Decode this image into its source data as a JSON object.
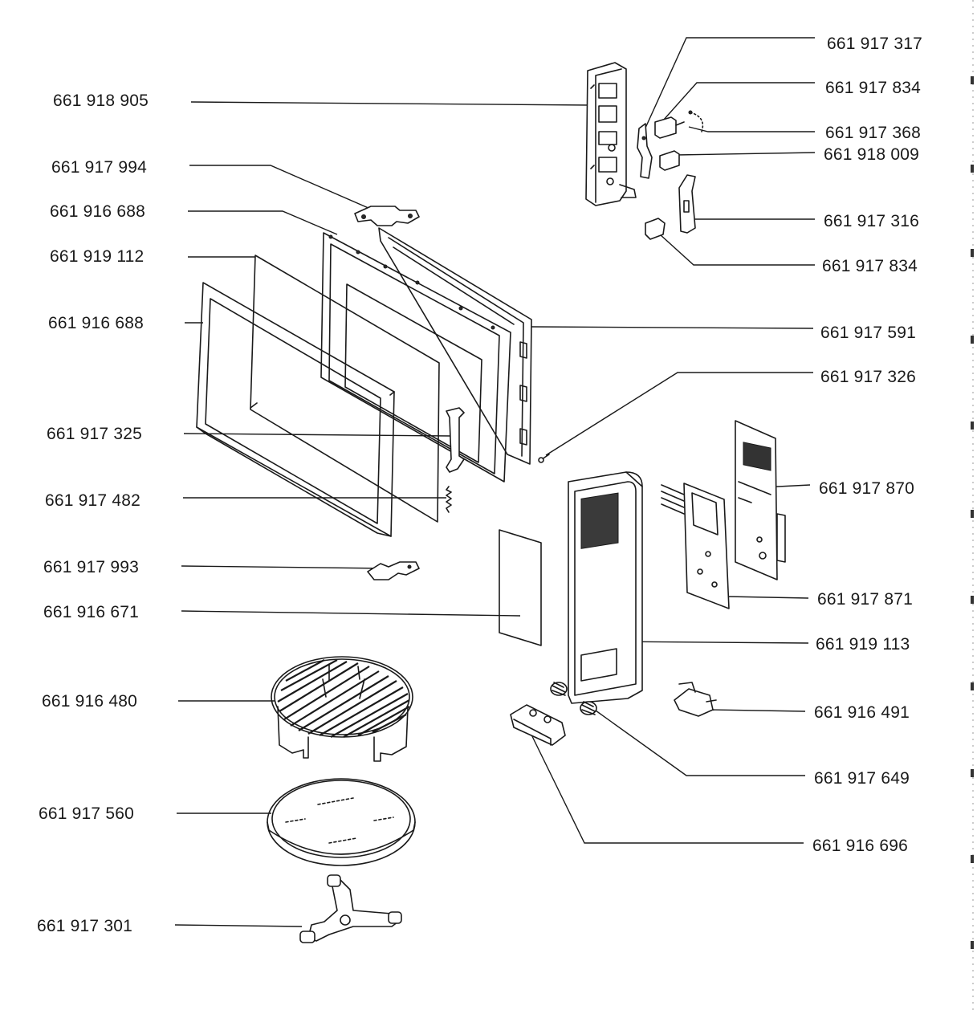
{
  "parts": [
    {
      "id": "p1",
      "number": "661 918 905"
    },
    {
      "id": "p2",
      "number": "661 917 994"
    },
    {
      "id": "p3",
      "number": "661 916 688"
    },
    {
      "id": "p4",
      "number": "661 919 112"
    },
    {
      "id": "p5",
      "number": "661 916 688"
    },
    {
      "id": "p6",
      "number": "661 917 325"
    },
    {
      "id": "p7",
      "number": "661 917 482"
    },
    {
      "id": "p8",
      "number": "661 917 993"
    },
    {
      "id": "p9",
      "number": "661 916 671"
    },
    {
      "id": "p10",
      "number": "661 916 480"
    },
    {
      "id": "p11",
      "number": "661 917 560"
    },
    {
      "id": "p12",
      "number": "661 917 301"
    },
    {
      "id": "p13",
      "number": "661 917 317"
    },
    {
      "id": "p14",
      "number": "661 917 834"
    },
    {
      "id": "p15",
      "number": "661 917 368"
    },
    {
      "id": "p16",
      "number": "661 918 009"
    },
    {
      "id": "p17",
      "number": "661 917 316"
    },
    {
      "id": "p18",
      "number": "661 917 834"
    },
    {
      "id": "p19",
      "number": "661 917 591"
    },
    {
      "id": "p20",
      "number": "661 917 326"
    },
    {
      "id": "p21",
      "number": "661 917 870"
    },
    {
      "id": "p22",
      "number": "661 917 871"
    },
    {
      "id": "p23",
      "number": "661 919 113"
    },
    {
      "id": "p24",
      "number": "661 916 491"
    },
    {
      "id": "p25",
      "number": "661 917 649"
    },
    {
      "id": "p26",
      "number": "661 916 696"
    }
  ]
}
